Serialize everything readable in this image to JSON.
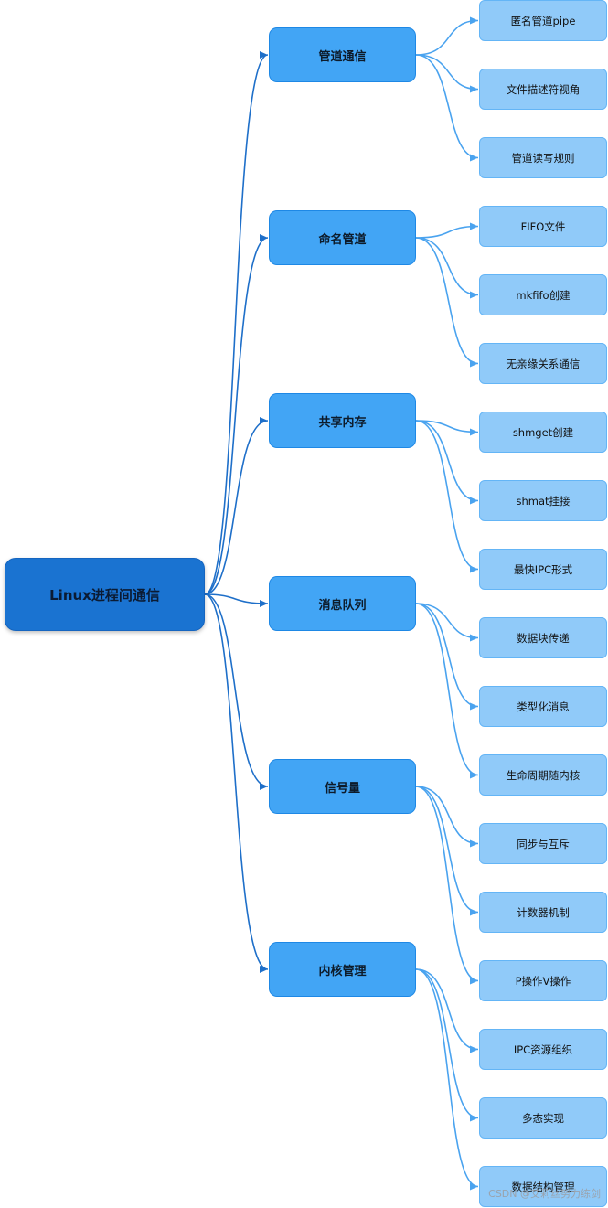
{
  "root": {
    "label": "Linux进程间通信"
  },
  "branches": [
    {
      "label": "管道通信",
      "children": [
        "匿名管道pipe",
        "文件描述符视角",
        "管道读写规则"
      ]
    },
    {
      "label": "命名管道",
      "children": [
        "FIFO文件",
        "mkfifo创建",
        "无亲缘关系通信"
      ]
    },
    {
      "label": "共享内存",
      "children": [
        "shmget创建",
        "shmat挂接",
        "最快IPC形式"
      ]
    },
    {
      "label": "消息队列",
      "children": [
        "数据块传递",
        "类型化消息",
        "生命周期随内核"
      ]
    },
    {
      "label": "信号量",
      "children": [
        "同步与互斥",
        "计数器机制",
        "P操作V操作"
      ]
    },
    {
      "label": "内核管理",
      "children": [
        "IPC资源组织",
        "多态实现",
        "数据结构管理"
      ]
    }
  ],
  "watermark": "CSDN @艾莉丝努力练剑",
  "colors": {
    "root_fill": "#1a73d1",
    "branch_fill": "#42a5f5",
    "leaf_fill": "#90caf9",
    "root_edge": "#1e6fc9",
    "leaf_edge": "#4aa3ef"
  }
}
